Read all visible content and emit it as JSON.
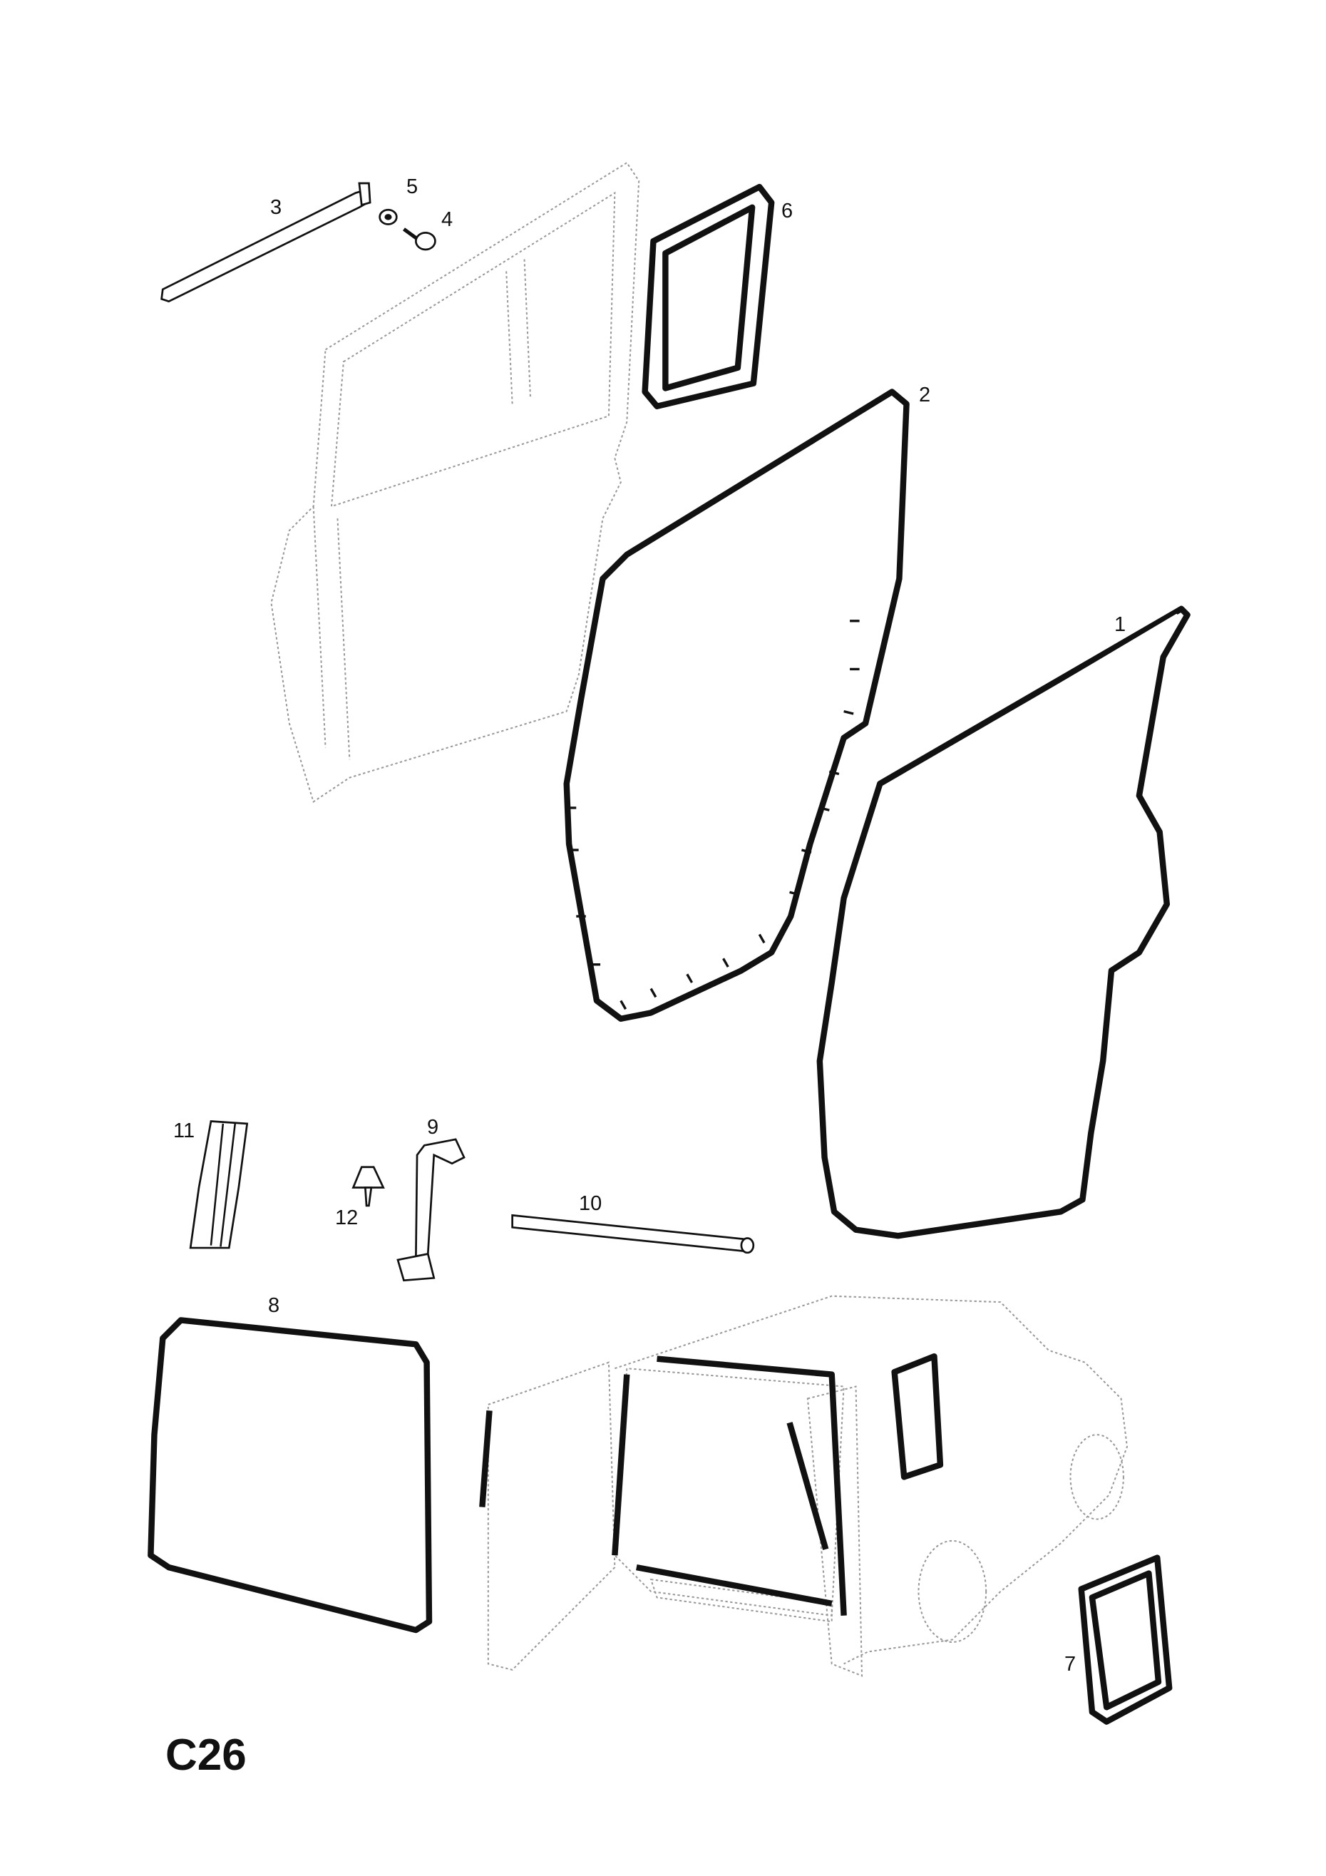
{
  "diagram": {
    "code": "C26",
    "callouts": [
      {
        "id": "1",
        "label": "1"
      },
      {
        "id": "2",
        "label": "2"
      },
      {
        "id": "3",
        "label": "3"
      },
      {
        "id": "4",
        "label": "4"
      },
      {
        "id": "5",
        "label": "5"
      },
      {
        "id": "6",
        "label": "6"
      },
      {
        "id": "7",
        "label": "7"
      },
      {
        "id": "8",
        "label": "8"
      },
      {
        "id": "9",
        "label": "9"
      },
      {
        "id": "10",
        "label": "10"
      },
      {
        "id": "11",
        "label": "11"
      },
      {
        "id": "12",
        "label": "12"
      }
    ]
  }
}
